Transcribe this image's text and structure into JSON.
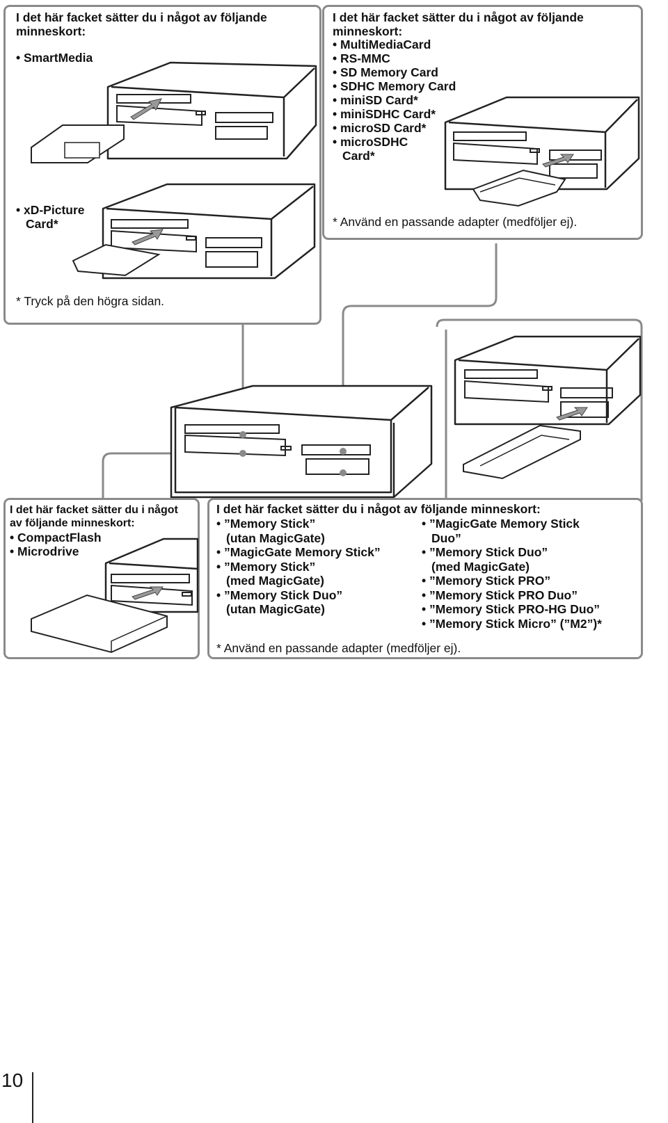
{
  "page_number": "10",
  "panels": {
    "smartmedia": {
      "heading": [
        "I det här facket sätter du i något av följande",
        "minneskort:"
      ],
      "items": [
        "• SmartMedia"
      ],
      "items2": [
        "• xD-Picture",
        "Card*"
      ],
      "footnote": "* Tryck på den högra sidan."
    },
    "sd": {
      "heading": [
        "I det här facket sätter du i något av följande",
        "minneskort:"
      ],
      "items": [
        "• MultiMediaCard",
        "• RS-MMC",
        "• SD Memory Card",
        "• SDHC Memory Card",
        "• miniSD Card*",
        "• miniSDHC Card*",
        "• microSD Card*",
        "• microSDHC",
        "Card*"
      ],
      "footnote": "* Använd en passande adapter (medföljer ej)."
    },
    "cf": {
      "heading": [
        "I det här facket sätter du i något",
        "av följande minneskort:"
      ],
      "items": [
        "• CompactFlash",
        "• Microdrive"
      ]
    },
    "ms": {
      "heading": "I det här facket sätter du i något av följande minneskort:",
      "col1": [
        "• ”Memory Stick”",
        "(utan MagicGate)",
        "• ”MagicGate Memory Stick”",
        "• ”Memory Stick”",
        "(med MagicGate)",
        "• ”Memory Stick Duo”",
        "(utan MagicGate)"
      ],
      "col2": [
        "• ”MagicGate Memory Stick",
        "Duo”",
        "• ”Memory Stick Duo”",
        "(med MagicGate)",
        "• ”Memory Stick PRO”",
        "• ”Memory Stick PRO Duo”",
        "• ”Memory Stick PRO-HG Duo”",
        "• ”Memory Stick Micro” (”M2”)*"
      ],
      "footnote": "* Använd en passande adapter (medföljer ej)."
    }
  }
}
